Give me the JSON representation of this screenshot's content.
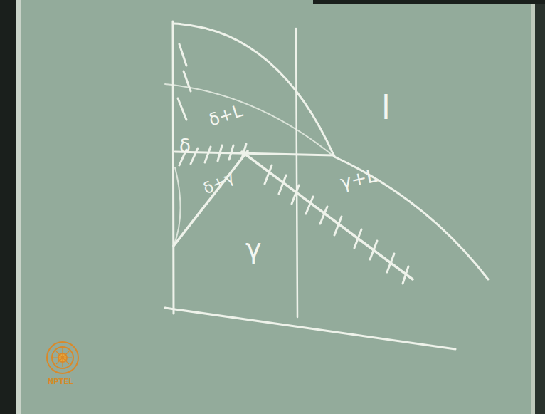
{
  "diagram": {
    "labels": [
      "l",
      "δ+L",
      "δ",
      "δ+γ",
      "γ+L",
      "γ",
      "NPTEL"
    ]
  }
}
